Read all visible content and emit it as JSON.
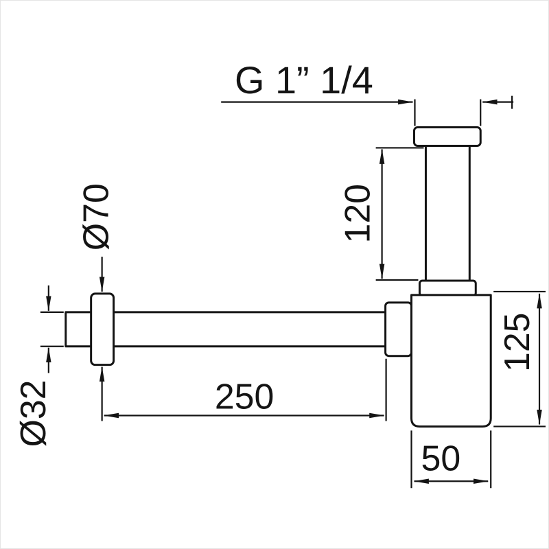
{
  "drawing": {
    "thread_label": "G 1” 1/4",
    "dim_vertical_pipe_length": "120",
    "dim_flange_diameter": "Ø70",
    "dim_pipe_diameter": "Ø32",
    "dim_horizontal_length": "250",
    "dim_body_height": "125",
    "dim_body_width": "50"
  },
  "colors": {
    "line": "#141414",
    "background": "#ffffff"
  }
}
